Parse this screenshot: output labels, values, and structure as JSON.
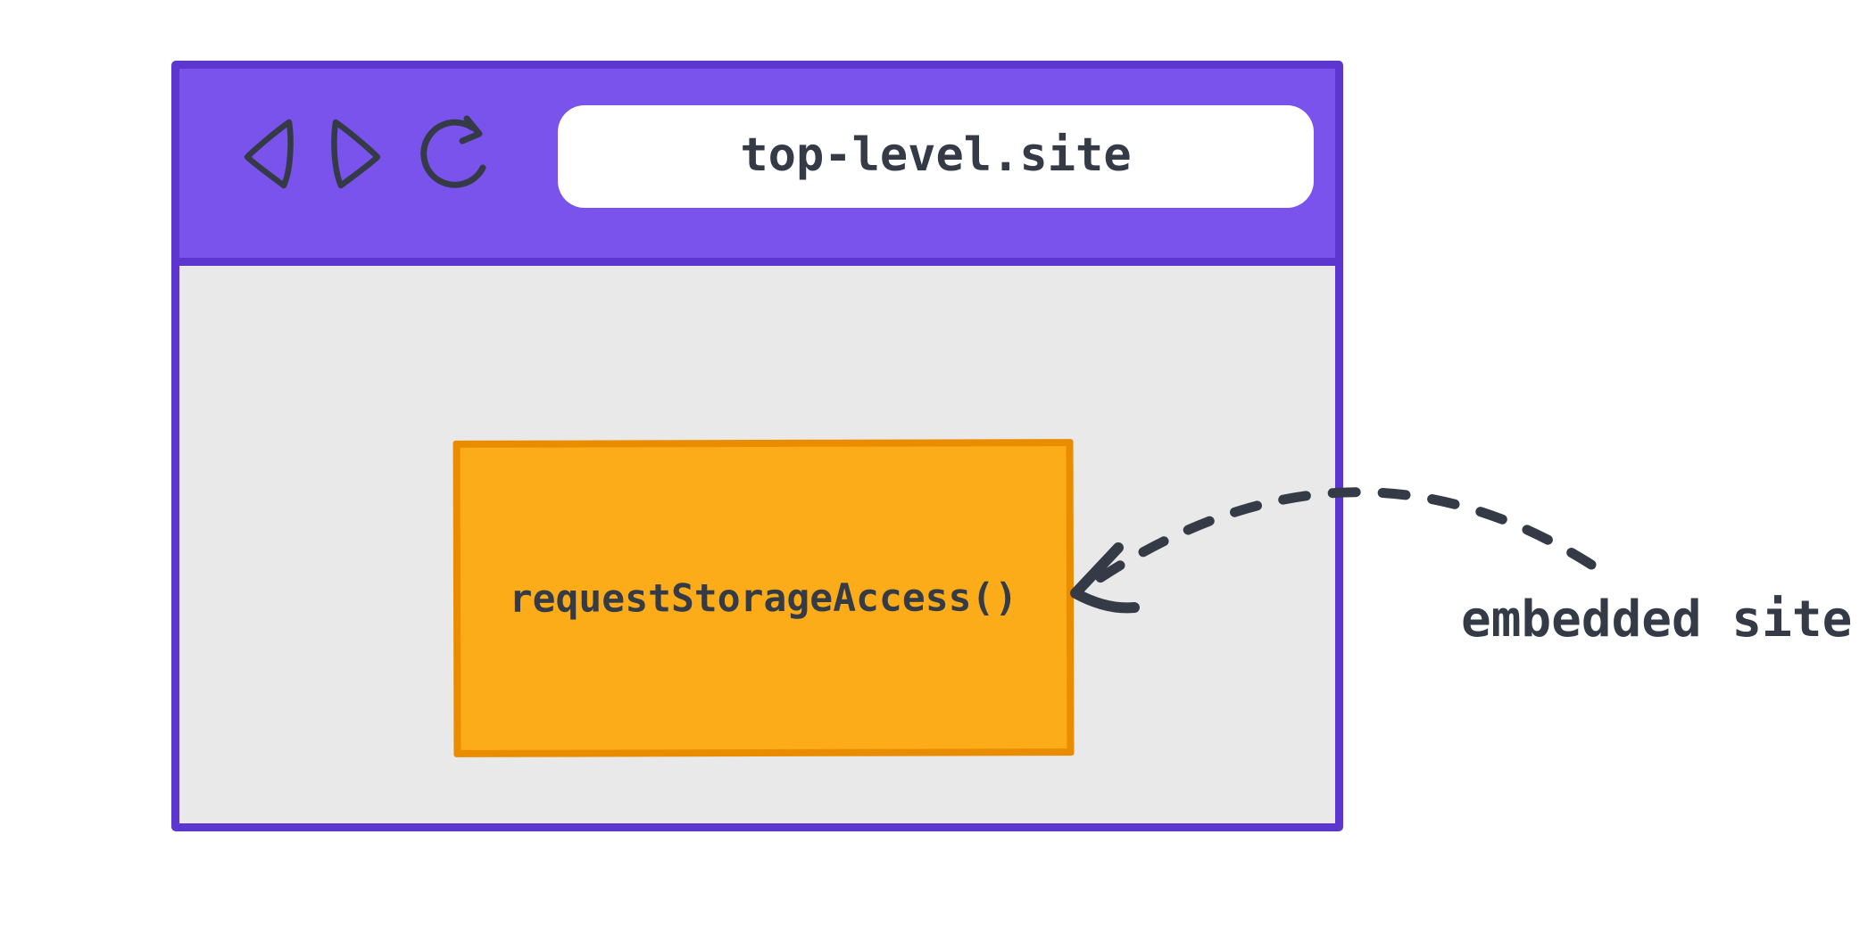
{
  "colors": {
    "header_purple": "#7a52ec",
    "border_purple": "#5c36cf",
    "content_gray": "#e9e9ea",
    "embed_orange": "#fbac18",
    "embed_border_orange": "#e98c00",
    "ink": "#343b46",
    "url_bar_white": "#ffffff",
    "page_background": "#ffffff"
  },
  "browser": {
    "url": "top-level.site",
    "nav": {
      "back_icon": "back-triangle",
      "forward_icon": "forward-triangle",
      "refresh_icon": "refresh-circular-arrow"
    }
  },
  "embedded_frame": {
    "label": "requestStorageAccess()"
  },
  "annotation": {
    "label": "embedded site",
    "arrow_style": "dashed-curved-arrow-pointing-left"
  }
}
